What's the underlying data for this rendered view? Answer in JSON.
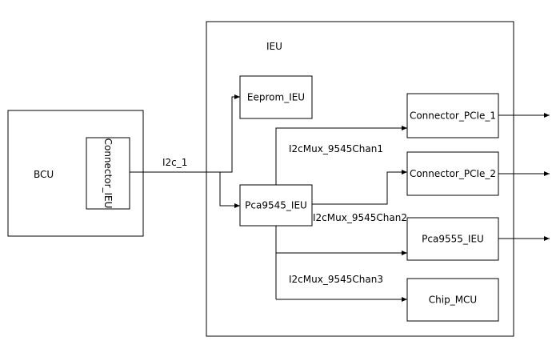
{
  "diagram": {
    "containers": {
      "bcu": {
        "label": "BCU"
      },
      "ieu": {
        "label": "IEU"
      }
    },
    "blocks": {
      "connector_ieu": {
        "label": "Connector_IEU"
      },
      "eeprom_ieu": {
        "label": "Eeprom_IEU"
      },
      "pca9545_ieu": {
        "label": "Pca9545_IEU"
      },
      "connector_pcie_1": {
        "label": "Connector_PCIe_1"
      },
      "connector_pcie_2": {
        "label": "Connector_PCIe_2"
      },
      "pca9555_ieu": {
        "label": "Pca9555_IEU"
      },
      "chip_mcu": {
        "label": "Chip_MCU"
      }
    },
    "links": {
      "i2c_1": {
        "label": "I2c_1"
      },
      "chan1": {
        "label": "I2cMux_9545Chan1"
      },
      "chan2": {
        "label": "I2cMux_9545Chan2"
      },
      "chan3": {
        "label": "I2cMux_9545Chan3"
      }
    }
  }
}
